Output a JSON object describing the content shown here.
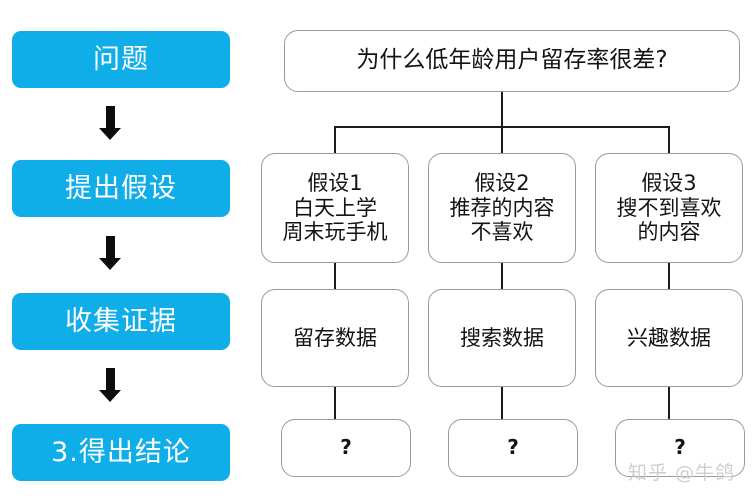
{
  "colors": {
    "stage_fill": "#10AEE8",
    "stage_text": "#FFFFFF",
    "node_border": "#9A9A9A",
    "node_fill": "#FFFFFF",
    "node_text": "#141414",
    "connector": "#1C1C1C",
    "arrow": "#0D0D0D",
    "watermark": "#CFCFCF",
    "background": "#FFFFFF"
  },
  "stages": [
    {
      "label": "问题"
    },
    {
      "label": "提出假设"
    },
    {
      "label": "收集证据"
    },
    {
      "label": "3.得出结论"
    }
  ],
  "tree": {
    "question": {
      "label": "为什么低年龄用户留存率很差?"
    },
    "hypotheses": [
      {
        "lines": [
          "假设1",
          "白天上学",
          "周末玩手机"
        ]
      },
      {
        "lines": [
          "假设2",
          "推荐的内容",
          "不喜欢"
        ]
      },
      {
        "lines": [
          "假设3",
          "搜不到喜欢",
          "的内容"
        ]
      }
    ],
    "evidence": [
      {
        "label": "留存数据"
      },
      {
        "label": "搜索数据"
      },
      {
        "label": "兴趣数据"
      }
    ],
    "conclusions": [
      {
        "label": "?"
      },
      {
        "label": "?"
      },
      {
        "label": "?"
      }
    ]
  },
  "watermark": {
    "text": "知乎 @牛鸽"
  }
}
